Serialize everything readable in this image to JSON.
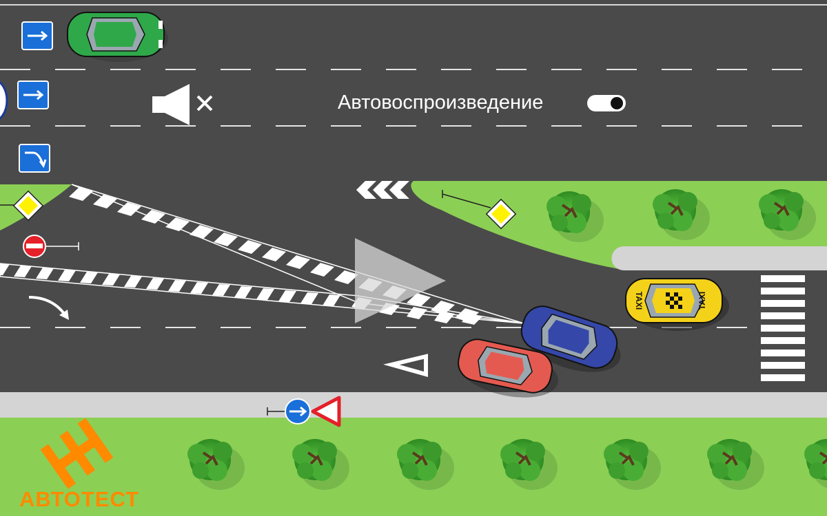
{
  "autoplay": {
    "label": "Автовоспроизведение",
    "enabled": false
  },
  "logo": {
    "text": "АВТОТЕСТ",
    "color": "#ff8a00"
  },
  "icons": {
    "mute": "speaker-muted-icon",
    "play": "play-triangle-icon"
  },
  "vehicles": {
    "taxi_label": "TAXI"
  },
  "colors": {
    "road": "#4a4a4a",
    "grass": "#8ccf55",
    "sidewalk": "#d4d4d4",
    "sign_blue": "#1a6fd8",
    "sign_red": "#e4202a",
    "sign_yellow": "#fff200"
  }
}
